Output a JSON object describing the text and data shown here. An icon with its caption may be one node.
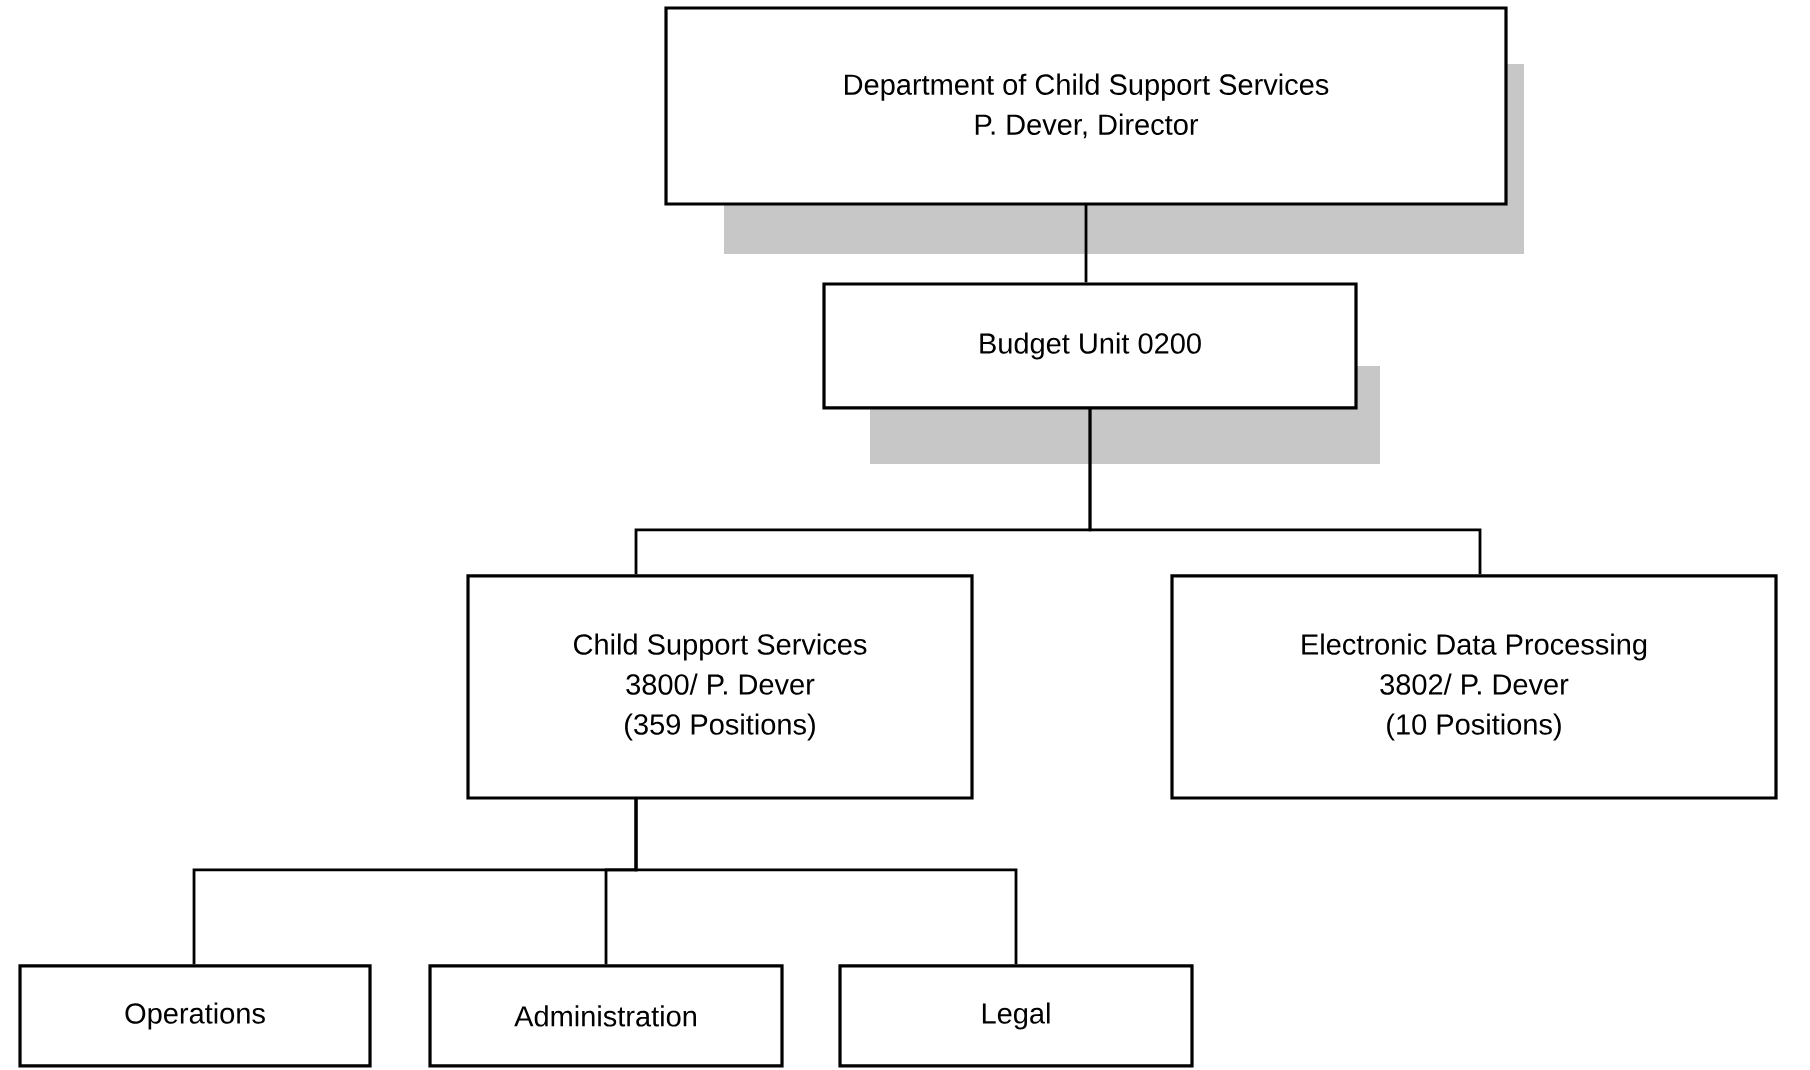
{
  "diagram": {
    "nodes": [
      {
        "text": [
          "Department of Child Support Services",
          "P. Dever, Director"
        ]
      },
      {
        "text": [
          "Budget Unit 0200"
        ]
      },
      {
        "text": [
          "Child Support Services",
          "3800/ P. Dever",
          "(359 Positions)"
        ]
      },
      {
        "text": [
          "Electronic Data Processing",
          "3802/ P. Dever",
          "(10 Positions)"
        ]
      },
      {
        "text": [
          "Operations"
        ]
      },
      {
        "text": [
          "Administration"
        ]
      },
      {
        "text": [
          "Legal"
        ]
      }
    ],
    "edges": [
      {
        "from": 0,
        "to": 1,
        "arrow": "none"
      },
      {
        "from": 1,
        "to": 2,
        "arrow": "none"
      },
      {
        "from": 1,
        "to": 3,
        "arrow": "none"
      },
      {
        "from": 2,
        "to": 4,
        "arrow": "none"
      },
      {
        "from": 2,
        "to": 5,
        "arrow": "none"
      },
      {
        "from": 2,
        "to": 6,
        "arrow": "none"
      }
    ]
  }
}
